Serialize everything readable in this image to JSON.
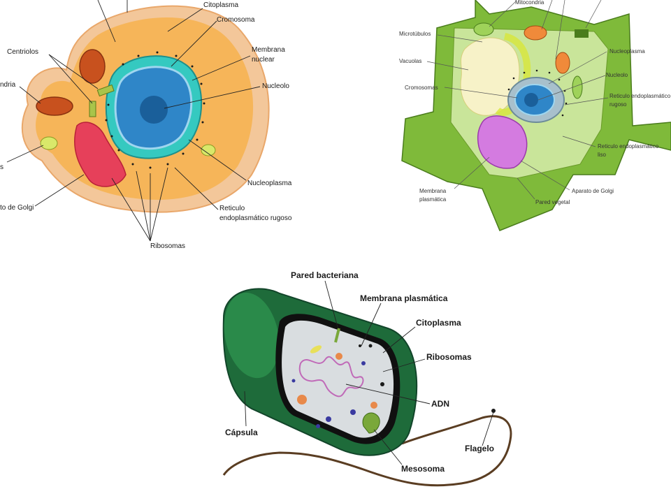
{
  "animal_cell": {
    "labels": {
      "citoplasma": "Citoplasma",
      "cromosoma": "Cromosoma",
      "centriolos": "Centriolos",
      "membrana_nuclear_1": "Membrana",
      "membrana_nuclear_2": "nuclear",
      "mitocondria": "ndria",
      "nucleolo": "Nucleolo",
      "vacuolas": "s",
      "nucleoplasma": "Nucleoplasma",
      "golgi": "to de Golgi",
      "reticulo_1": "Reticulo",
      "reticulo_2": "endoplasmático rugoso",
      "ribosomas": "Ribosomas"
    }
  },
  "plant_cell": {
    "labels": {
      "mitocondria": "Mitocondria",
      "microtubulos": "Microtúbulos",
      "vacuolas": "Vacuolas",
      "cromosomas": "Cromosomas",
      "nucleoplasma": "Nucleoplasma",
      "nucleolo": "Nucleolo",
      "rer_1": "Reticulo endoplasmático",
      "rer_2": "rugoso",
      "rel_1": "Reticulo endoplasmático",
      "rel_2": "liso",
      "membrana_1": "Membrana",
      "membrana_2": "plasmática",
      "golgi": "Aparato de Golgi",
      "pared": "Pared vegetal"
    }
  },
  "bacterial_cell": {
    "labels": {
      "pared": "Pared bacteriana",
      "membrana": "Membrana plasmática",
      "citoplasma": "Citoplasma",
      "ribosomas": "Ribosomas",
      "adn": "ADN",
      "capsula": "Cápsula",
      "flagelo": "Flagelo",
      "mesosoma": "Mesosoma"
    }
  },
  "colors": {
    "animal_cytoplasm": "#f6b559",
    "animal_membrane": "#f3c79a",
    "nucleus_outer": "#35c9c0",
    "nucleus_inner": "#2f86c8",
    "golgi_red": "#e6405a",
    "plant_green": "#7fba3a",
    "plant_inner": "#c9e59a",
    "bacteria_capsule": "#1e6b3a",
    "bacteria_inner": "#d9dde0",
    "flagellum": "#5a3d22"
  }
}
